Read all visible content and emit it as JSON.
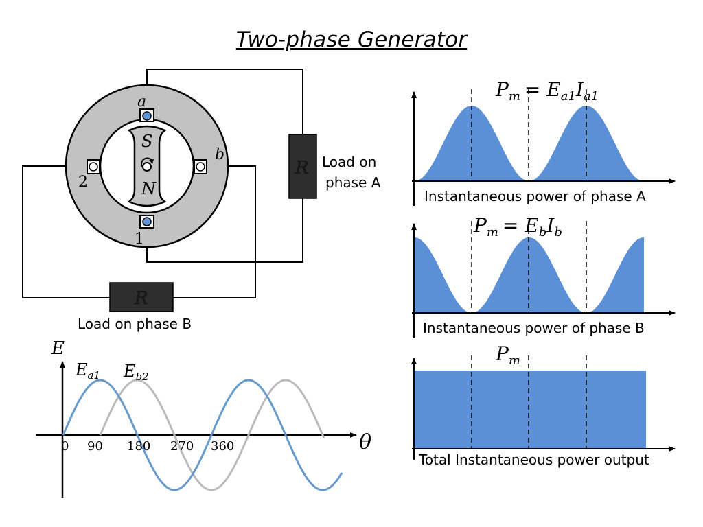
{
  "title": "Two-phase Generator",
  "generator": {
    "terminal_a": "a",
    "terminal_b": "b",
    "terminal_1": "1",
    "terminal_2": "2",
    "pole_s": "S",
    "pole_n": "N",
    "resistor_a": "R",
    "resistor_b": "R",
    "load_a_line1": "Load on",
    "load_a_line2": "phase A",
    "load_b": "Load on phase B"
  },
  "waveform": {
    "y_axis": "E",
    "x_axis": "θ",
    "series_a": "E",
    "series_a_sub": "a1",
    "series_b": "E",
    "series_b_sub": "b2",
    "ticks": [
      "0",
      "90",
      "180",
      "270",
      "360"
    ]
  },
  "panels": {
    "phase_a": {
      "formula_p": "P",
      "formula_p_sub": "m",
      "formula_rhs": "= E",
      "formula_e_sub": "a1",
      "formula_i": "I",
      "formula_i_sub": "a1",
      "caption": "Instantaneous power of phase A"
    },
    "phase_b": {
      "formula_p": "P",
      "formula_p_sub": "m",
      "formula_rhs": "= E",
      "formula_e_sub": "b",
      "formula_i": "I",
      "formula_i_sub": "b",
      "caption": "Instantaneous power of phase B"
    },
    "total": {
      "formula_p": "P",
      "formula_p_sub": "m",
      "caption": "Total Instantaneous power output"
    }
  },
  "colors": {
    "power_fill": "#5b8fd6",
    "wave_a": "#6699cc",
    "wave_b": "#bbbbbb",
    "stator": "#c2c2c2",
    "resistor": "#2e2e2e"
  }
}
